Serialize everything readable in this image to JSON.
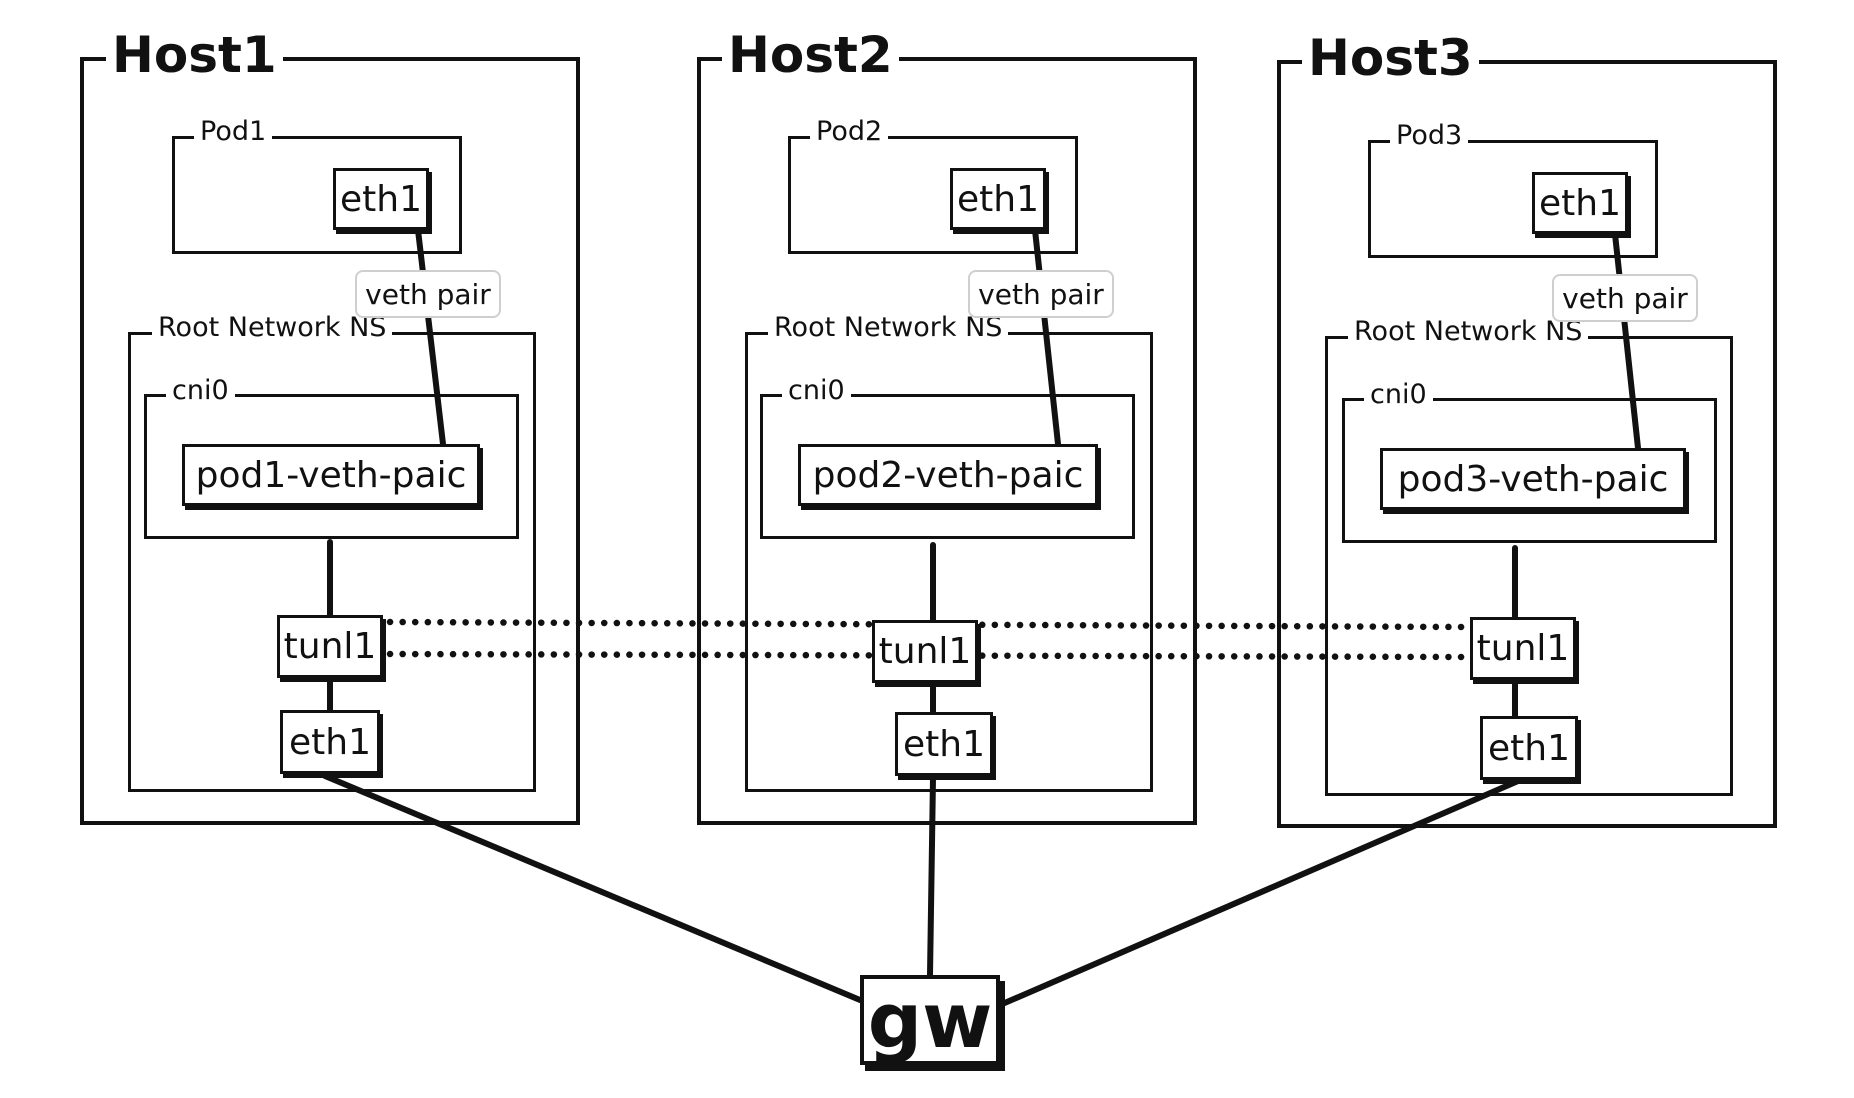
{
  "diagram": {
    "hosts": [
      {
        "name": "Host1",
        "pod": {
          "name": "Pod1",
          "iface": "eth1"
        },
        "veth_label": "veth pair",
        "root_ns": "Root Network NS",
        "bridge": {
          "name": "cni0",
          "veth": "pod1-veth-paic"
        },
        "tunnel": "tunl1",
        "iface": "eth1"
      },
      {
        "name": "Host2",
        "pod": {
          "name": "Pod2",
          "iface": "eth1"
        },
        "veth_label": "veth pair",
        "root_ns": "Root Network NS",
        "bridge": {
          "name": "cni0",
          "veth": "pod2-veth-paic"
        },
        "tunnel": "tunl1",
        "iface": "eth1"
      },
      {
        "name": "Host3",
        "pod": {
          "name": "Pod3",
          "iface": "eth1"
        },
        "veth_label": "veth pair",
        "root_ns": "Root Network NS",
        "bridge": {
          "name": "cni0",
          "veth": "pod3-veth-paic"
        },
        "tunnel": "tunl1",
        "iface": "eth1"
      }
    ],
    "gateway": "gw",
    "colors": {
      "ink": "#111111",
      "tag_border": "#cfcfcf",
      "background": "#ffffff"
    }
  }
}
